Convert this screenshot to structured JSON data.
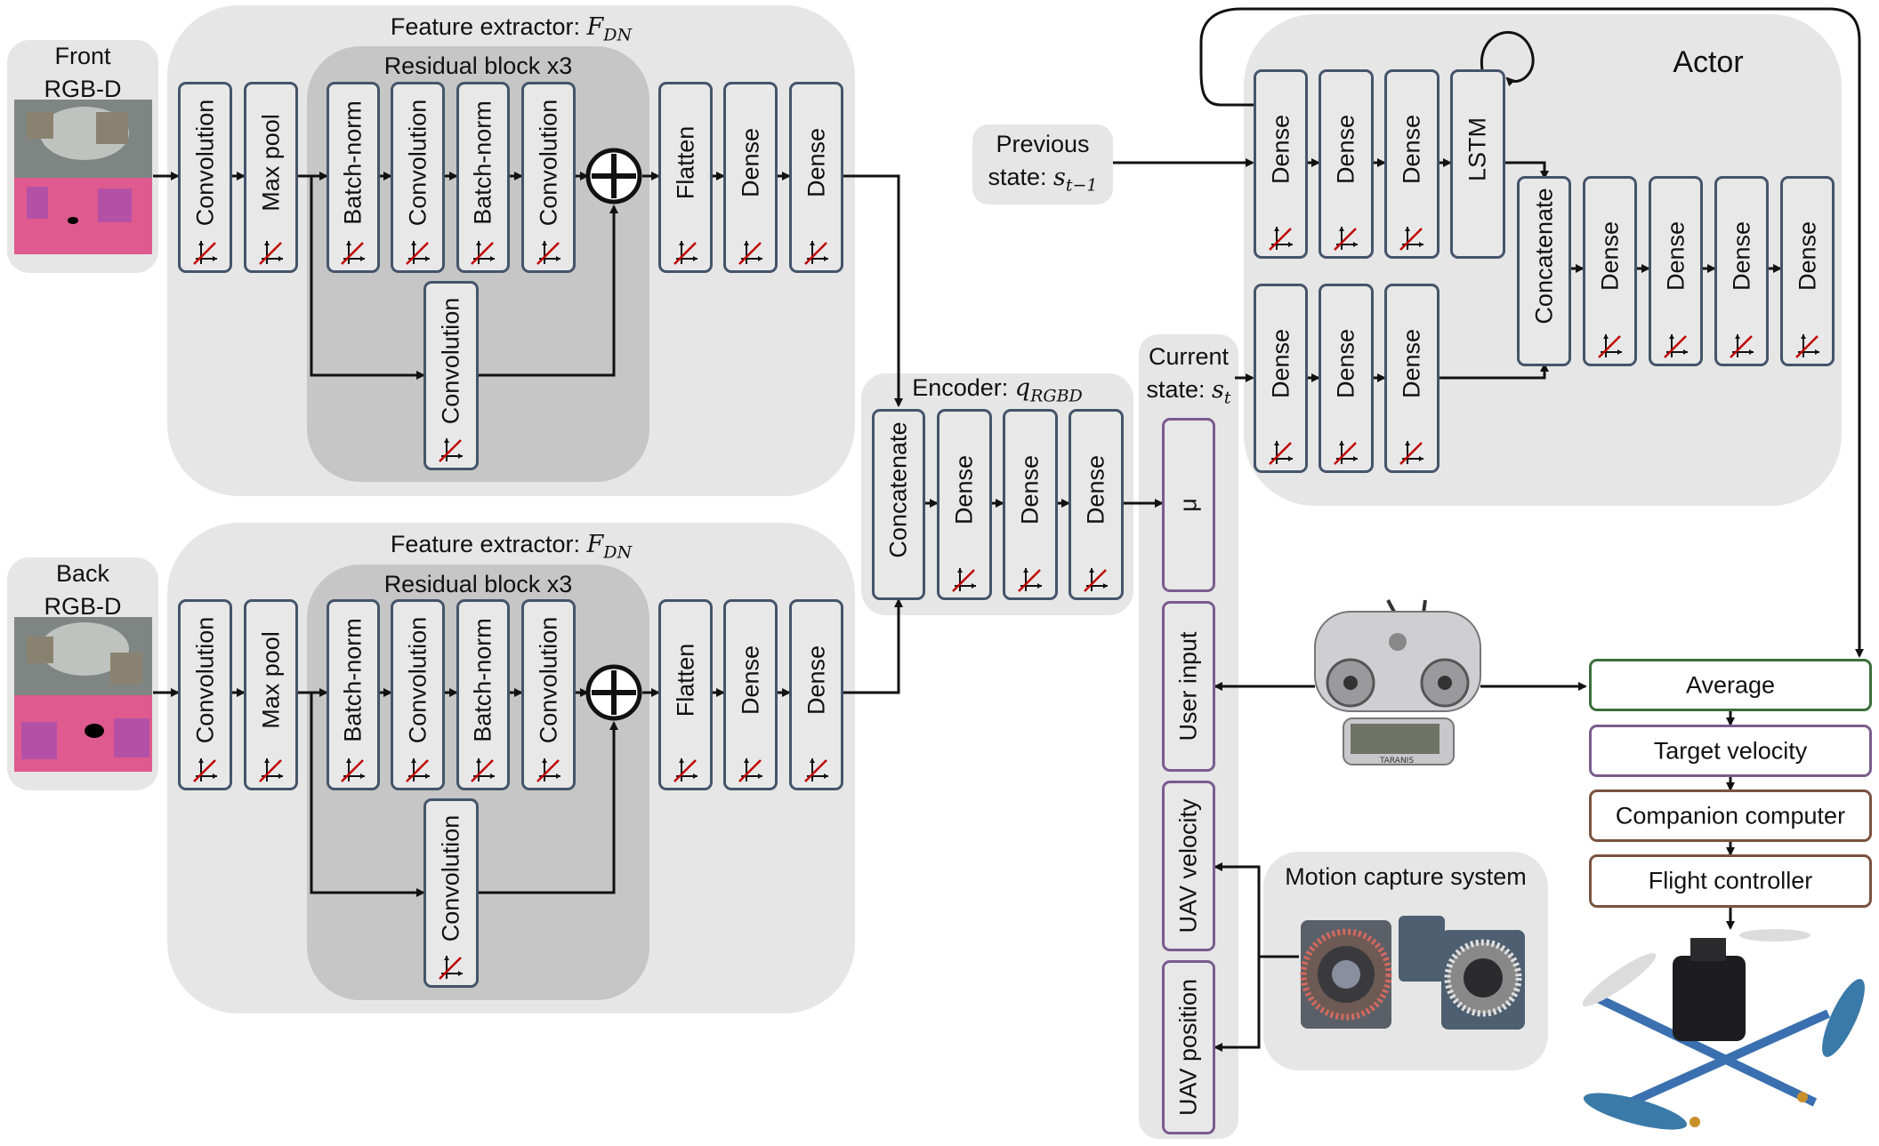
{
  "fe_top": {
    "title": "Feature extractor: ",
    "title_sym": "F",
    "title_sub": "DN",
    "res_title": "Residual block x3",
    "layers": [
      "Convolution",
      "Max pool",
      "Batch-norm",
      "Convolution",
      "Batch-norm",
      "Convolution",
      "Convolution",
      "Flatten",
      "Dense",
      "Dense"
    ]
  },
  "fe_bottom": {
    "title": "Feature extractor: ",
    "title_sym": "F",
    "title_sub": "DN",
    "res_title": "Residual block x3",
    "layers": [
      "Convolution",
      "Max pool",
      "Batch-norm",
      "Convolution",
      "Batch-norm",
      "Convolution",
      "Convolution",
      "Flatten",
      "Dense",
      "Dense"
    ]
  },
  "front_cam": {
    "line1": "Front",
    "line2": "RGB-D"
  },
  "back_cam": {
    "line1": "Back",
    "line2": "RGB-D"
  },
  "encoder": {
    "title": "Encoder: ",
    "title_sym": "q",
    "title_sub": "RGBD",
    "layers": [
      "Concatenate",
      "Dense",
      "Dense",
      "Dense"
    ]
  },
  "current_state": {
    "line1": "Current",
    "line2": "state: ",
    "sym": "s",
    "sub": "t",
    "items": [
      "μ",
      "User input",
      "UAV velocity",
      "UAV position"
    ]
  },
  "previous_state": {
    "line1": "Previous",
    "line2": "state: ",
    "sym": "s",
    "sub": "t−1"
  },
  "actor": {
    "title": "Actor",
    "row1": [
      "Dense",
      "Dense",
      "Dense",
      "LSTM"
    ],
    "row2": [
      "Dense",
      "Dense",
      "Dense"
    ],
    "concat": "Concatenate",
    "tail": [
      "Dense",
      "Dense",
      "Dense",
      "Dense"
    ]
  },
  "pipeline": [
    "Average",
    "Target velocity",
    "Companion computer",
    "Flight controller"
  ],
  "motion_capture": {
    "title": "Motion capture system"
  },
  "radio_labels": {
    "brand": "TARANIS"
  },
  "colors": {
    "box_border": "#44546a",
    "purple_border": "#7a5c8d",
    "green_border": "#3b6e3b",
    "brown_border": "#7a5240",
    "panel_light": "#e6e6e6",
    "panel_dark": "#c6c6c6",
    "activation_red": "#c00000"
  }
}
